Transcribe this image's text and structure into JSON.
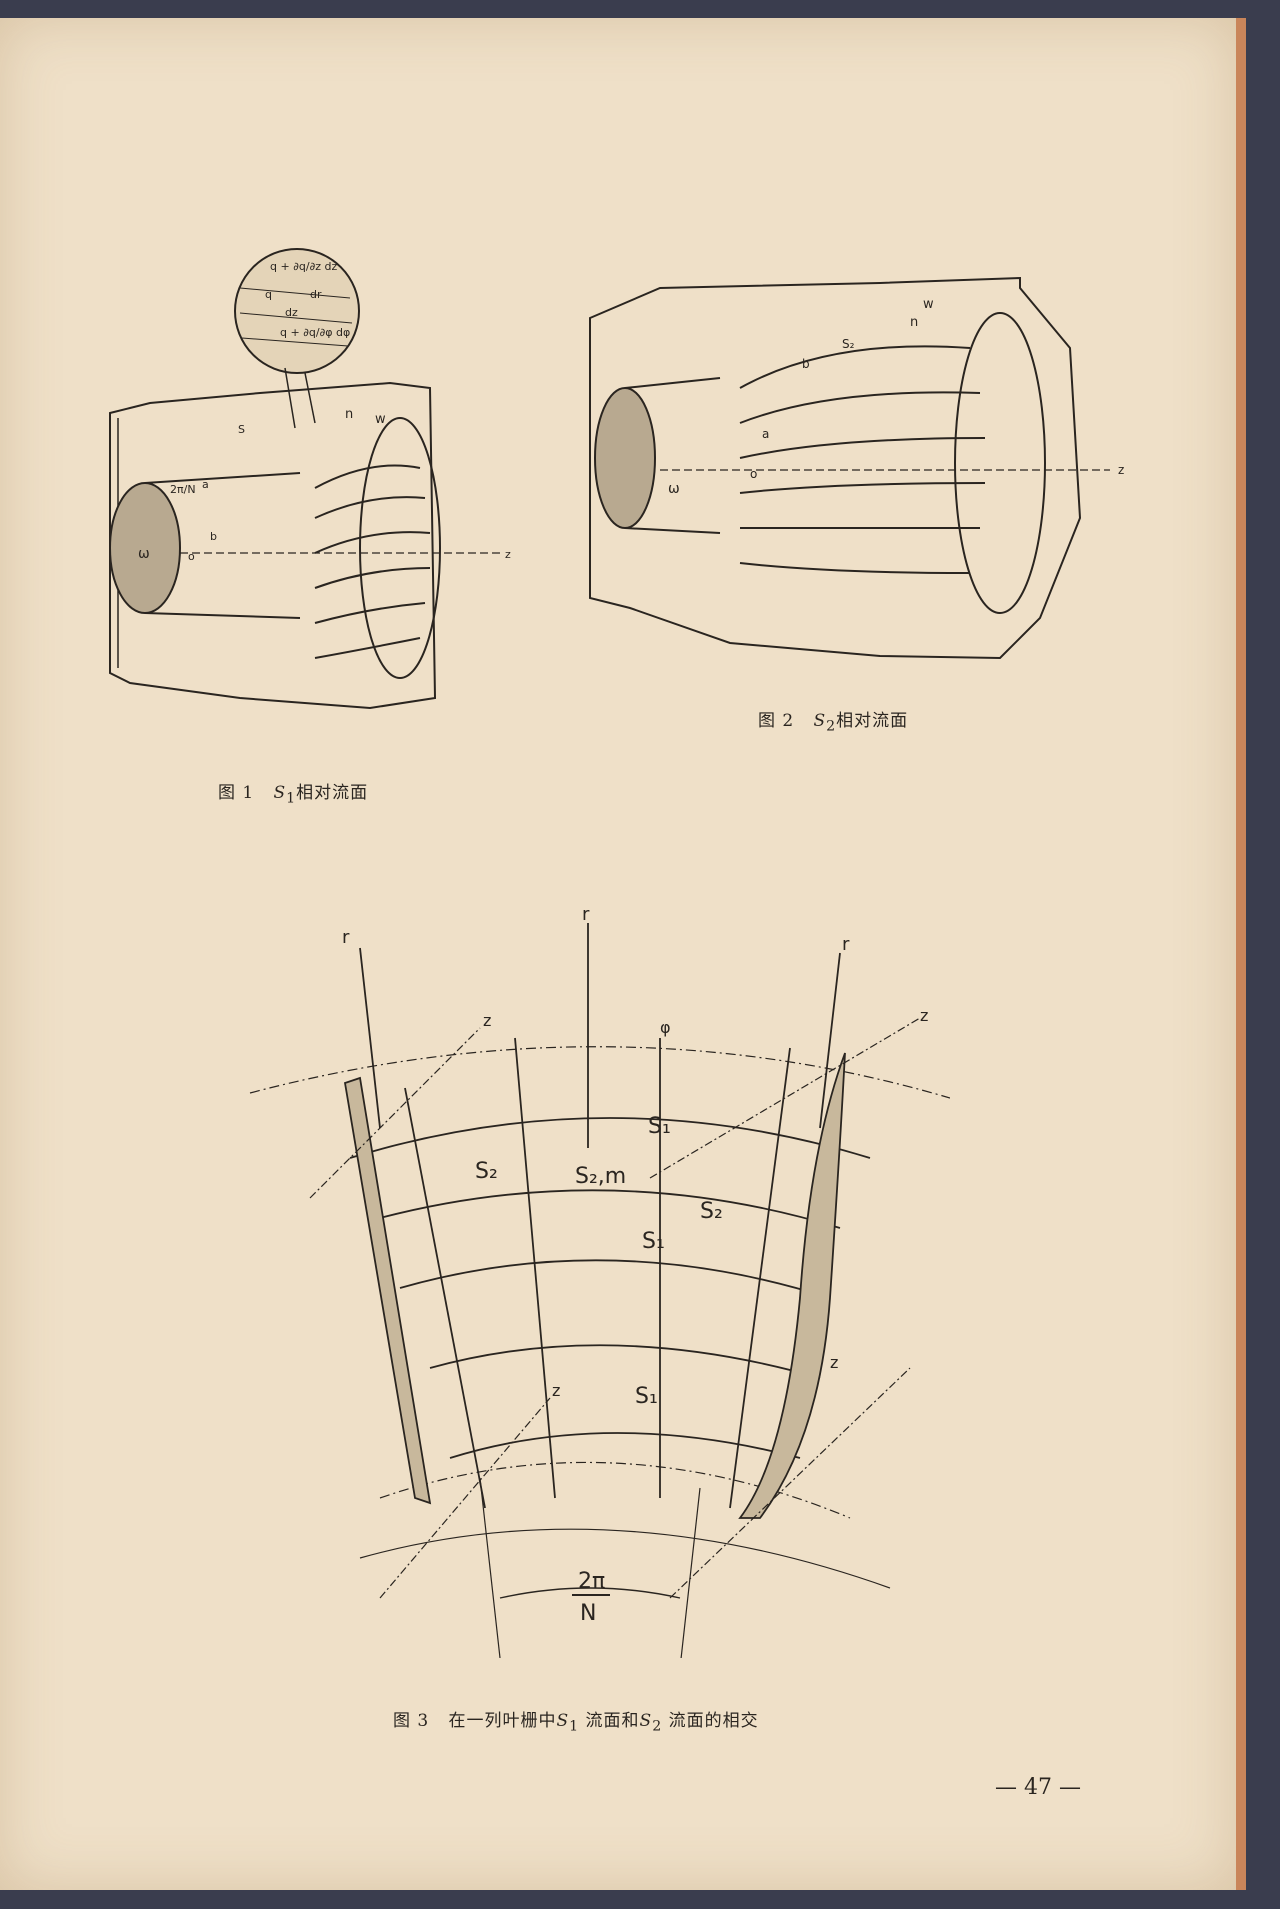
{
  "figures": [
    {
      "id": "fig1",
      "caption_prefix": "图 1",
      "caption_symbol": "S",
      "caption_sub": "1",
      "caption_text": "相对流面",
      "labels": {
        "q_dz": "q + ∂q/∂z dz",
        "dr": "dr",
        "dz": "dz",
        "q": "q",
        "q_phi": "q + ∂q/∂φ dφ",
        "two_pi_n": "2π/N",
        "omega": "ω",
        "o": "o",
        "a": "a",
        "b": "b",
        "z": "z",
        "n": "n",
        "w": "w",
        "s": "S"
      }
    },
    {
      "id": "fig2",
      "caption_prefix": "图 2",
      "caption_symbol": "S",
      "caption_sub": "2",
      "caption_text": "相对流面",
      "labels": {
        "omega": "ω",
        "o": "o",
        "a": "a",
        "b": "b",
        "z": "z",
        "n": "n",
        "w": "w",
        "s2": "S₂"
      }
    },
    {
      "id": "fig3",
      "caption_prefix": "图 3",
      "caption_text_before": "在一列叶栅中",
      "caption_s1": "S",
      "caption_s1_sub": "1",
      "caption_mid": "流面和",
      "caption_s2": "S",
      "caption_s2_sub": "2",
      "caption_after": "流面的相交",
      "labels": {
        "r": "r",
        "z": "z",
        "phi": "φ",
        "S1": "S₁",
        "S2": "S₂",
        "S2m": "S₂,m",
        "two_pi": "2π",
        "N": "N"
      }
    }
  ],
  "page_number": "— 47 —",
  "colors": {
    "paper": "#efe0c8",
    "ink": "#2a2520",
    "edge": "#c9855a",
    "background": "#3a3d4e"
  }
}
